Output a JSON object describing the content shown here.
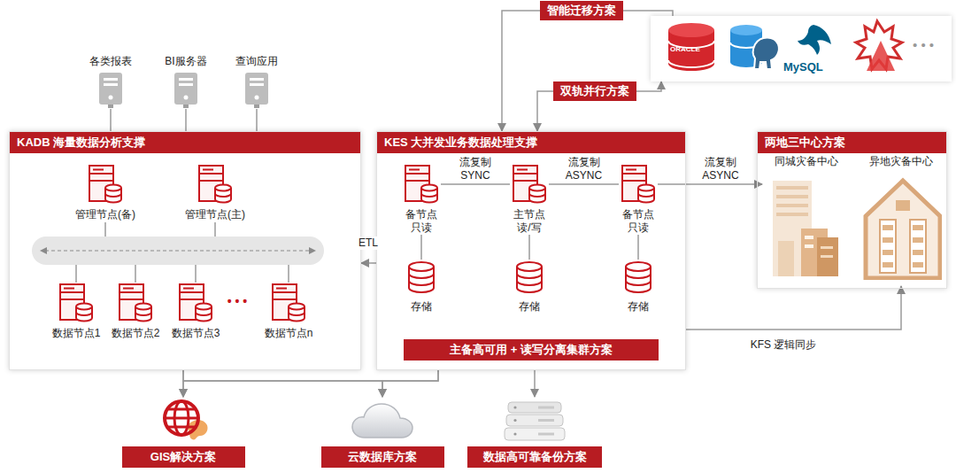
{
  "diagram": {
    "nodes": [
      {
        "text": [
          "ORACLE",
          "MySQL",
          "• • •"
        ]
      },
      {
        "text": [
          "各类报表"
        ]
      },
      {
        "text": [
          "BI服务器"
        ]
      },
      {
        "text": [
          "查询应用"
        ]
      },
      {
        "text": [
          "KADB 海量数据分析支撑"
        ]
      },
      {
        "text": [
          "管理节点(备)"
        ],
        "in": 4
      },
      {
        "text": [
          "管理节点(主)"
        ],
        "in": 4
      },
      {
        "text": [
          "数据节点1"
        ],
        "in": 4
      },
      {
        "text": [
          "数据节点2"
        ],
        "in": 4
      },
      {
        "text": [
          "数据节点3"
        ],
        "in": 4
      },
      {
        "text": [
          "数据节点n"
        ],
        "in": 4
      },
      {
        "text": [
          "KES 大并发业务数据处理支撑",
          "主备高可用 + 读写分离集群方案"
        ]
      },
      {
        "text": [
          "备节点 只读"
        ],
        "in": 11
      },
      {
        "text": [
          "主节点 读/写"
        ],
        "in": 11
      },
      {
        "text": [
          "备节点 只读"
        ],
        "in": 11
      },
      {
        "text": [
          "存储"
        ],
        "in": 11
      },
      {
        "text": [
          "存储"
        ],
        "in": 11
      },
      {
        "text": [
          "存储"
        ],
        "in": 11
      },
      {
        "text": [
          "两地三中心方案"
        ]
      },
      {
        "text": [
          "同城灾备中心"
        ],
        "in": 18
      },
      {
        "text": [
          "异地灾备中心"
        ],
        "in": 18
      },
      {
        "text": [
          "GIS解决方案"
        ]
      },
      {
        "text": [
          "云数据库方案"
        ]
      },
      {
        "text": [
          "数据高可靠备份方案"
        ]
      }
    ],
    "edges": [
      {
        "from": 0,
        "to": 11,
        "label": "智能迁移方案",
        "arrow": "to"
      },
      {
        "from": 0,
        "to": 11,
        "label": "双轨并行方案",
        "arrow": "both"
      },
      {
        "from": 1,
        "to": 4,
        "arrow": "none"
      },
      {
        "from": 2,
        "to": 4,
        "arrow": "none"
      },
      {
        "from": 3,
        "to": 4,
        "arrow": "none"
      },
      {
        "from": 11,
        "to": 4,
        "label": "ETL",
        "arrow": "to"
      },
      {
        "from": 12,
        "to": 13,
        "label": "流复制 SYNC",
        "arrow": "none"
      },
      {
        "from": 13,
        "to": 14,
        "label": "流复制 ASYNC",
        "arrow": "none"
      },
      {
        "from": 14,
        "to": 19,
        "label": "流复制 ASYNC",
        "arrow": "to"
      },
      {
        "from": 11,
        "to": 20,
        "label": "KFS 逻辑同步",
        "arrow": "to"
      },
      {
        "from": 12,
        "to": 15,
        "arrow": "none"
      },
      {
        "from": 13,
        "to": 16,
        "arrow": "none"
      },
      {
        "from": 14,
        "to": 17,
        "arrow": "none"
      },
      {
        "from": 4,
        "to": 21,
        "arrow": "to"
      },
      {
        "from": 11,
        "to": 21,
        "arrow": "to"
      },
      {
        "from": 4,
        "to": 22,
        "arrow": "to"
      },
      {
        "from": 11,
        "to": 22,
        "arrow": "to"
      },
      {
        "from": 11,
        "to": 23,
        "arrow": "to"
      }
    ],
    "labels": [
      "• • •"
    ]
  }
}
